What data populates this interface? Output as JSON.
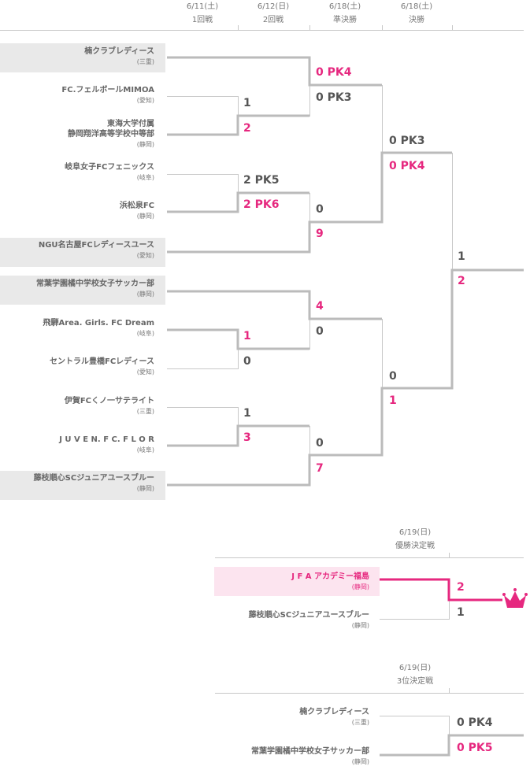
{
  "header": [
    {
      "date": "6/11(土)",
      "round": "1回戦"
    },
    {
      "date": "6/12(日)",
      "round": "2回戦"
    },
    {
      "date": "6/18(土)",
      "round": "準決勝"
    },
    {
      "date": "6/18(土)",
      "round": "決勝"
    }
  ],
  "teams": [
    {
      "name": "楠クラブレディース",
      "pref": "(三重)"
    },
    {
      "name": "FC.フェルボールMIMOA",
      "pref": "(愛知)"
    },
    {
      "name": "東海大学付属",
      "name2": "静岡翔洋高等学校中等部",
      "pref": "(静岡)"
    },
    {
      "name": "岐阜女子FCフェニックス",
      "pref": "(岐阜)"
    },
    {
      "name": "浜松泉FC",
      "pref": "(静岡)"
    },
    {
      "name": "NGU名古屋FCレディースユース",
      "pref": "(愛知)"
    },
    {
      "name": "常葉学園橘中学校女子サッカー部",
      "pref": "(静岡)"
    },
    {
      "name": "飛騨Area. Girls. FC Dream",
      "pref": "(岐阜)"
    },
    {
      "name": "セントラル豊橋FCレディース",
      "pref": "(愛知)"
    },
    {
      "name": "伊賀FCくノ一サテライト",
      "pref": "(三重)"
    },
    {
      "name": "J U V E N. F C. F L O R",
      "pref": "(岐阜)"
    },
    {
      "name": "藤枝順心SCジュニアユースブルー",
      "pref": "(静岡)"
    }
  ],
  "scores": {
    "r1": [
      [
        "1",
        "2"
      ],
      [
        "2 PK5",
        "2 PK6"
      ],
      [
        "1",
        "0"
      ],
      [
        "1",
        "3"
      ]
    ],
    "r2": [
      [
        "0 PK4",
        "0 PK3"
      ],
      [
        "0",
        "9"
      ],
      [
        "4",
        "0"
      ],
      [
        "0",
        "7"
      ]
    ],
    "sf": [
      [
        "0 PK3",
        "0 PK4"
      ],
      [
        "0",
        "1"
      ]
    ],
    "final": [
      "1",
      "2"
    ]
  },
  "championship": {
    "date": "6/19(日)",
    "round": "優勝決定戦",
    "teams": [
      {
        "name": "J F A アカデミー福島",
        "pref": "(静岡)"
      },
      {
        "name": "藤枝順心SCジュニアユースブルー",
        "pref": "(静岡)"
      }
    ],
    "scores": [
      "2",
      "1"
    ]
  },
  "third_place": {
    "date": "6/19(日)",
    "round": "3位決定戦",
    "teams": [
      {
        "name": "楠クラブレディース",
        "pref": "(三重)"
      },
      {
        "name": "常葉学園橘中学校女子サッカー部",
        "pref": "(静岡)"
      }
    ],
    "scores": [
      "0 PK4",
      "0 PK5"
    ]
  },
  "colors": {
    "win": "#e6287f",
    "line": "#bbbbbb",
    "box": "#e9e9e9"
  }
}
